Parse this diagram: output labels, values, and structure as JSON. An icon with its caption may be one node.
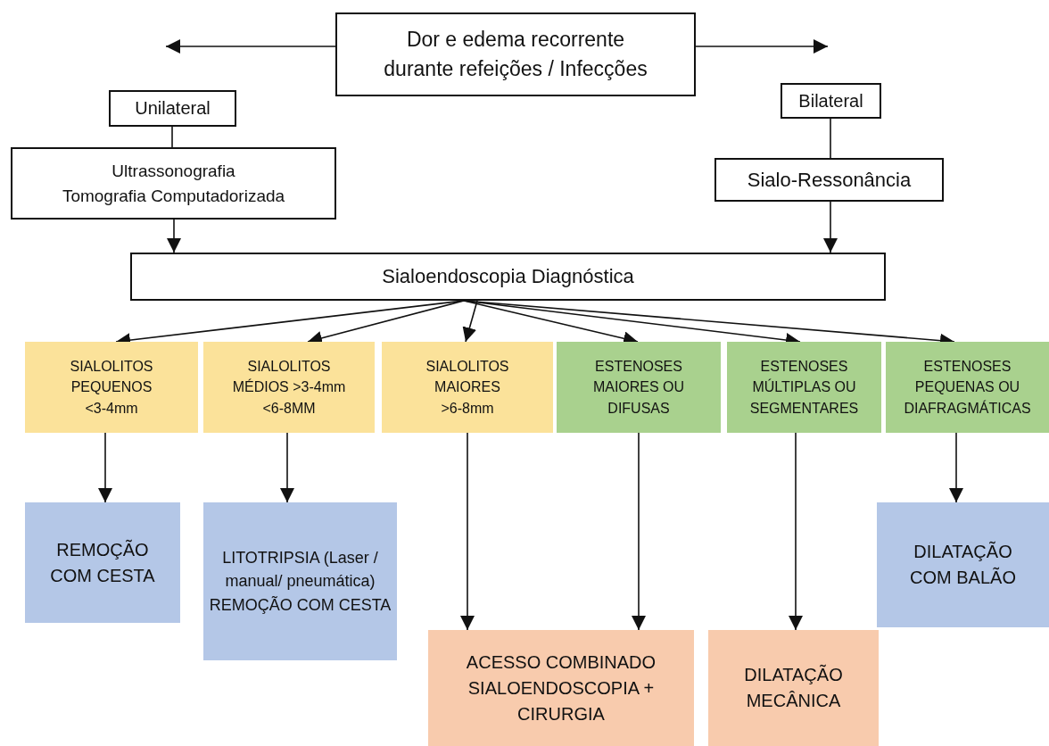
{
  "diagram": {
    "nodes": [
      {
        "text": [
          "Dor e edema recorrente durante refeições / Infecções"
        ]
      },
      {
        "text": [
          "Unilateral"
        ]
      },
      {
        "text": [
          "Ultrassonografia",
          "Tomografia Computadorizada"
        ]
      },
      {
        "text": [
          "Bilateral"
        ]
      },
      {
        "text": [
          "Sialo-Ressonância"
        ]
      },
      {
        "text": [
          "Sialoendoscopia Diagnóstica"
        ]
      },
      {
        "text": [
          "SIALOLITOS PEQUENOS <3-4mm"
        ]
      },
      {
        "text": [
          "SIALOLITOS MÉDIOS >3-4mm <6-8MM"
        ]
      },
      {
        "text": [
          "SIALOLITOS MAIORES >6-8mm"
        ]
      },
      {
        "text": [
          "ESTENOSES MAIORES OU DIFUSAS"
        ]
      },
      {
        "text": [
          "ESTENOSES MÚLTIPLAS OU SEGMENTARES"
        ]
      },
      {
        "text": [
          "ESTENOSES PEQUENAS OU DIAFRAGMÁTICAS"
        ]
      },
      {
        "text": [
          "REMOÇÃO COM CESTA"
        ]
      },
      {
        "text": [
          "LITOTRIPSIA (Laser / manual/ pneumática) REMOÇÃO COM CESTA"
        ]
      },
      {
        "text": [
          "ACESSO COMBINADO SIALOENDOSCOPIA + CIRURGIA"
        ]
      },
      {
        "text": [
          "DILATAÇÃO MECÂNICA"
        ]
      },
      {
        "text": [
          "DILATAÇÃO COM BALÃO"
        ]
      }
    ],
    "edges": [
      {
        "from": 0,
        "to": null,
        "arrow": "to"
      },
      {
        "from": 0,
        "to": null,
        "arrow": "to"
      },
      {
        "from": 1,
        "to": 2,
        "arrow": "none"
      },
      {
        "from": 3,
        "to": 4,
        "arrow": "none"
      },
      {
        "from": 2,
        "to": 5,
        "arrow": "to"
      },
      {
        "from": 4,
        "to": 5,
        "arrow": "to"
      },
      {
        "from": 5,
        "to": 6,
        "arrow": "to"
      },
      {
        "from": 5,
        "to": 7,
        "arrow": "to"
      },
      {
        "from": 5,
        "to": 8,
        "arrow": "to"
      },
      {
        "from": 5,
        "to": 9,
        "arrow": "to"
      },
      {
        "from": 5,
        "to": 10,
        "arrow": "to"
      },
      {
        "from": 5,
        "to": 11,
        "arrow": "to"
      },
      {
        "from": 6,
        "to": 12,
        "arrow": "to"
      },
      {
        "from": 7,
        "to": 13,
        "arrow": "to"
      },
      {
        "from": 8,
        "to": 14,
        "arrow": "to"
      },
      {
        "from": 9,
        "to": 14,
        "arrow": "to"
      },
      {
        "from": 10,
        "to": 15,
        "arrow": "to"
      },
      {
        "from": 11,
        "to": 16,
        "arrow": "to"
      }
    ]
  }
}
